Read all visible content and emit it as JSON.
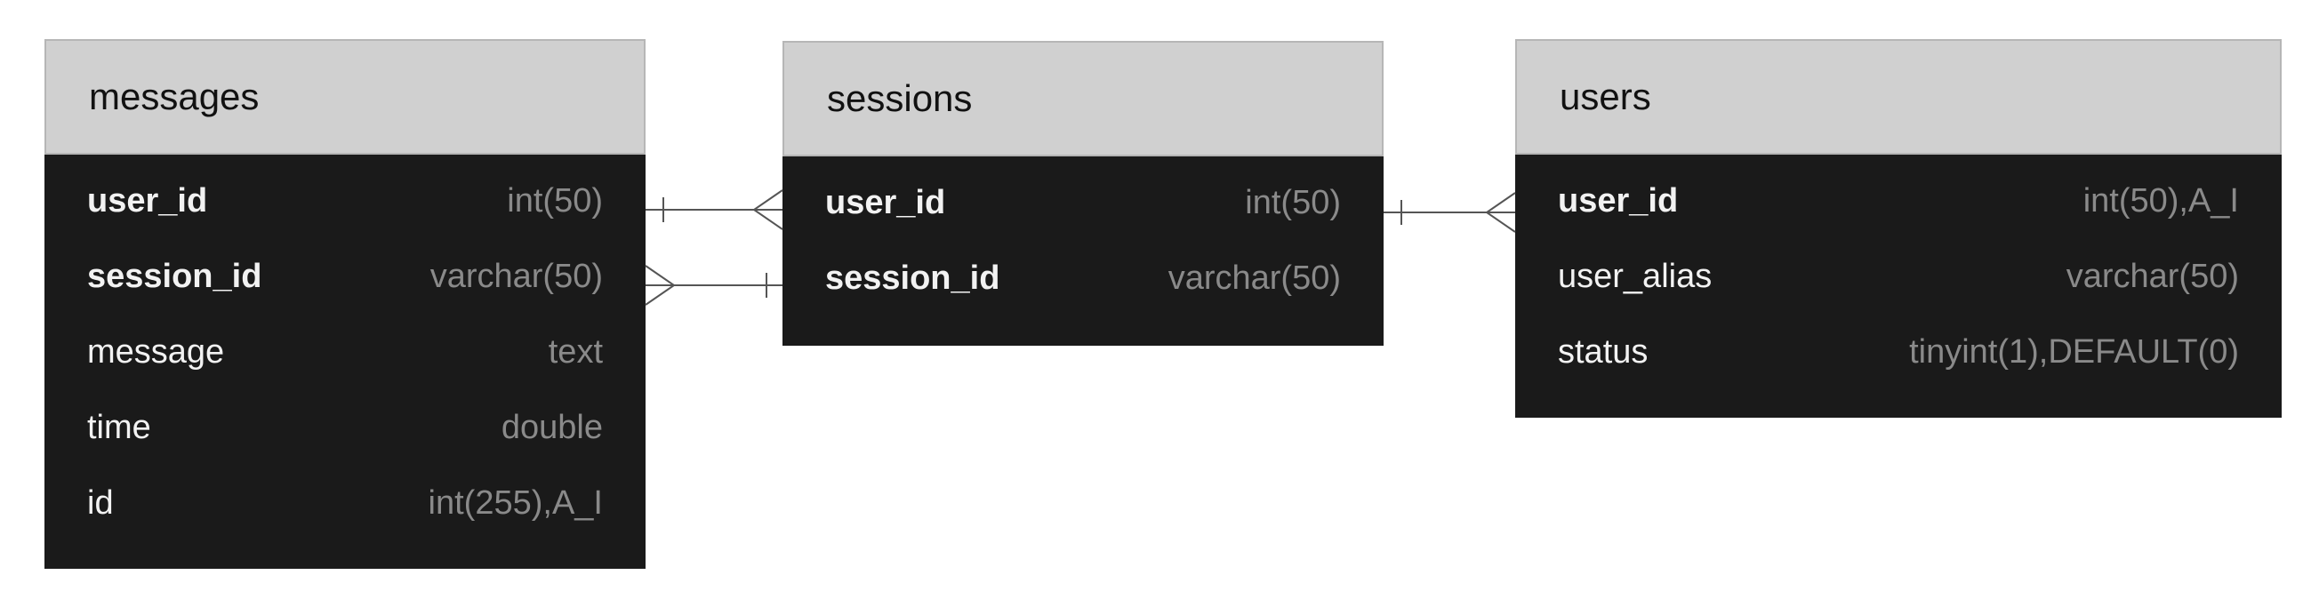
{
  "tables": [
    {
      "name": "messages",
      "fields": [
        {
          "name": "user_id",
          "type": "int(50)",
          "key": true
        },
        {
          "name": "session_id",
          "type": "varchar(50)",
          "key": true
        },
        {
          "name": "message",
          "type": "text",
          "key": false
        },
        {
          "name": "time",
          "type": "double",
          "key": false
        },
        {
          "name": "id",
          "type": "int(255),A_I",
          "key": false
        }
      ]
    },
    {
      "name": "sessions",
      "fields": [
        {
          "name": "user_id",
          "type": "int(50)",
          "key": true
        },
        {
          "name": "session_id",
          "type": "varchar(50)",
          "key": true
        }
      ]
    },
    {
      "name": "users",
      "fields": [
        {
          "name": "user_id",
          "type": "int(50),A_I",
          "key": true
        },
        {
          "name": "user_alias",
          "type": "varchar(50)",
          "key": false
        },
        {
          "name": "status",
          "type": "tinyint(1),DEFAULT(0)",
          "key": false
        }
      ]
    }
  ],
  "relationships": [
    {
      "from": "messages.user_id",
      "to": "sessions.user_id",
      "from_end": "one",
      "to_end": "many"
    },
    {
      "from": "messages.session_id",
      "to": "sessions.session_id",
      "from_end": "many",
      "to_end": "one"
    },
    {
      "from": "sessions.user_id",
      "to": "users.user_id",
      "from_end": "one",
      "to_end": "many"
    }
  ],
  "colors": {
    "header_bg": "#d0d0d0",
    "body_bg": "#1a1a1a",
    "field_name": "#f2f2f2",
    "field_type": "#8a8a8a",
    "connector": "#555555"
  }
}
